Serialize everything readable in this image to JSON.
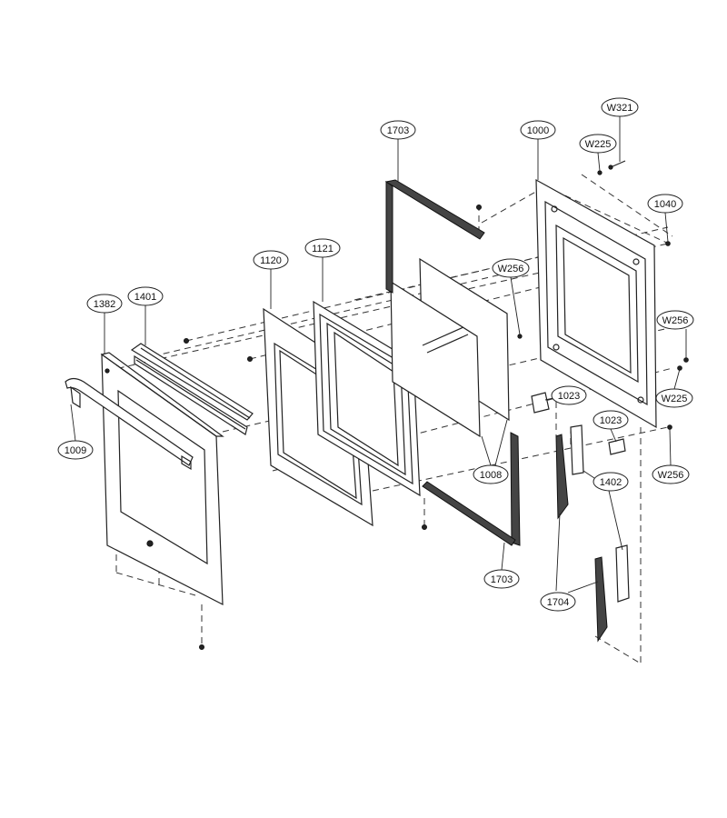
{
  "callouts": [
    {
      "id": "c1703a",
      "label": "1703"
    },
    {
      "id": "c1000",
      "label": "1000"
    },
    {
      "id": "cW321",
      "label": "W321"
    },
    {
      "id": "cW225a",
      "label": "W225"
    },
    {
      "id": "c1040",
      "label": "1040"
    },
    {
      "id": "c1120",
      "label": "1120"
    },
    {
      "id": "c1121",
      "label": "1121"
    },
    {
      "id": "cW256a",
      "label": "W256"
    },
    {
      "id": "c1382",
      "label": "1382"
    },
    {
      "id": "c1401",
      "label": "1401"
    },
    {
      "id": "cW256b",
      "label": "W256"
    },
    {
      "id": "cW225b",
      "label": "W225"
    },
    {
      "id": "c1023a",
      "label": "1023"
    },
    {
      "id": "c1023b",
      "label": "1023"
    },
    {
      "id": "c1009",
      "label": "1009"
    },
    {
      "id": "c1008",
      "label": "1008"
    },
    {
      "id": "cW256c",
      "label": "W256"
    },
    {
      "id": "c1402",
      "label": "1402"
    },
    {
      "id": "c1703b",
      "label": "1703"
    },
    {
      "id": "c1704",
      "label": "1704"
    }
  ]
}
